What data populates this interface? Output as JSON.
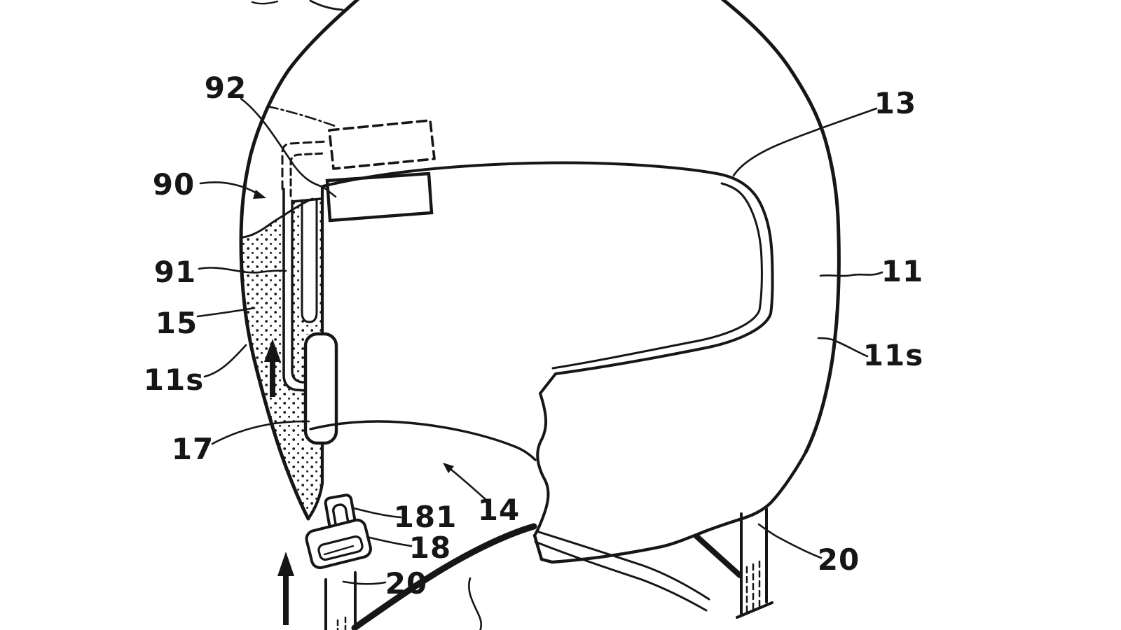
{
  "figure": {
    "kind": "patent-line-drawing",
    "background_color": "#ffffff",
    "line_color": "#161616",
    "stipple_dot_color": "#1c1c1c"
  },
  "reference_labels": {
    "ref_92": "92",
    "ref_90": "90",
    "ref_91": "91",
    "ref_15": "15",
    "ref_11s_left": "11s",
    "ref_17": "17",
    "ref_181": "181",
    "ref_18": "18",
    "ref_20_left": "20",
    "ref_14": "14",
    "ref_13": "13",
    "ref_11": "11",
    "ref_11s_right": "11s",
    "ref_20_right": "20"
  }
}
